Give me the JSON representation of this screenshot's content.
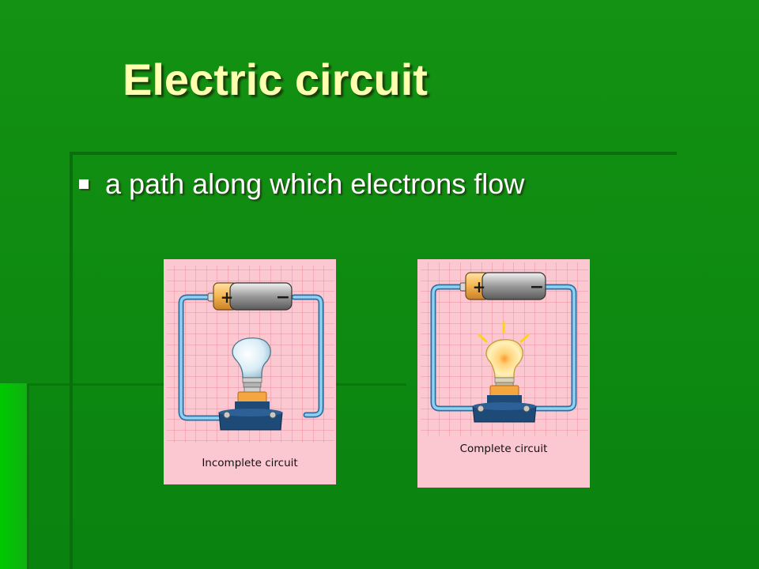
{
  "slide": {
    "title": "Electric circuit",
    "bullets": [
      {
        "text": "a path along which electrons flow"
      }
    ]
  },
  "figures": [
    {
      "caption": "Incomplete circuit",
      "bulb_lit": false
    },
    {
      "caption": "Complete circuit",
      "bulb_lit": true
    }
  ],
  "battery_labels": {
    "positive": "+",
    "negative": "−"
  },
  "colors": {
    "background": "#139213",
    "title": "#ffffb0",
    "text": "#ffffff",
    "figure_background": "#fbc8d2",
    "grid_lines": "#ee7f8d",
    "wire": "#6fb3e6",
    "battery_positive": "#f6b44d",
    "bulb_base": "#1e4a78",
    "bulb_lit": "#ffe08a"
  }
}
